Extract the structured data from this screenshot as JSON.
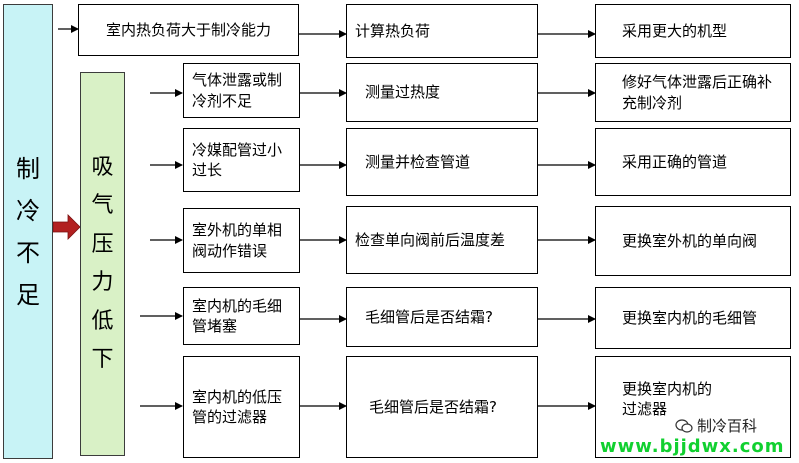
{
  "root": {
    "label": "制冷不足"
  },
  "sub": {
    "label": "吸气压力低下"
  },
  "row1": {
    "cause": "室内热负荷大于制冷能力",
    "check": "计算热负荷",
    "fix": "采用更大的机型"
  },
  "rows": [
    {
      "cause": "气体泄露或制冷剂不足",
      "check": "测量过热度",
      "fix": "修好气体泄露后正确补充制冷剂"
    },
    {
      "cause": "冷媒配管过小过长",
      "check": "测量并检查管道",
      "fix": "采用正确的管道"
    },
    {
      "cause": "室外机的单相阀动作错误",
      "check": "检查单向阀前后温度差",
      "fix": "更换室外机的单向阀"
    },
    {
      "cause": "室内机的毛细管堵塞",
      "check": "毛细管后是否结霜?",
      "fix": "更换室内机的毛细管"
    },
    {
      "cause": "室内机的低压管的过滤器",
      "check": "毛细管后是否结霜?",
      "fix": "更换室内机的过滤器"
    }
  ],
  "watermark": {
    "name": "制冷百科",
    "url": "www.bjjdwx.com"
  },
  "colors": {
    "root_bg": "#c8f3f6",
    "sub_bg": "#d9f1c6",
    "main_arrow": "#b22020",
    "url": "#11d030"
  }
}
